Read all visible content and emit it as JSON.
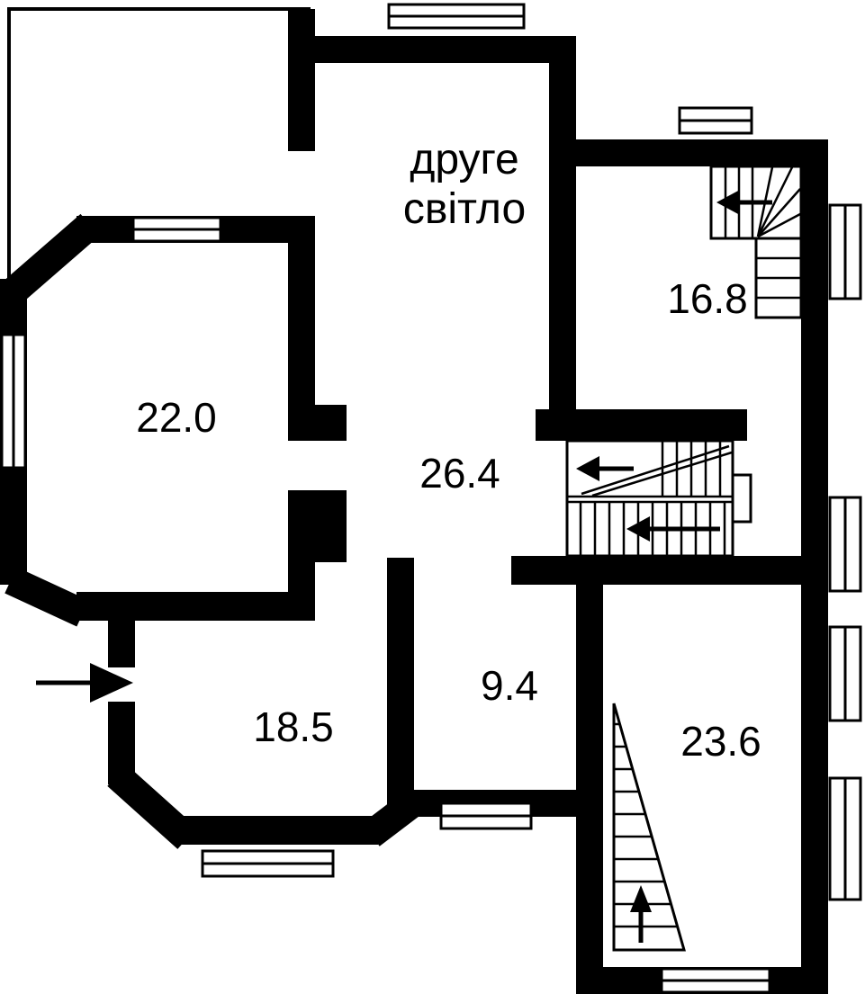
{
  "labels": {
    "second_light": {
      "line1": "друге",
      "line2": "світло"
    },
    "areas": {
      "room_22_0": "22.0",
      "hall_26_4": "26.4",
      "room_16_8": "16.8",
      "room_9_4": "9.4",
      "room_18_5": "18.5",
      "room_23_6": "23.6"
    }
  },
  "symbols": {
    "entrance_arrow": "arrow-right",
    "hall_stair_arrows": "arrow-left",
    "attic_stair_arrow": "arrow-left",
    "room_23_6_stair_arrow": "arrow-up"
  },
  "colors": {
    "wall": "#000000",
    "background": "#ffffff",
    "text": "#000000"
  }
}
